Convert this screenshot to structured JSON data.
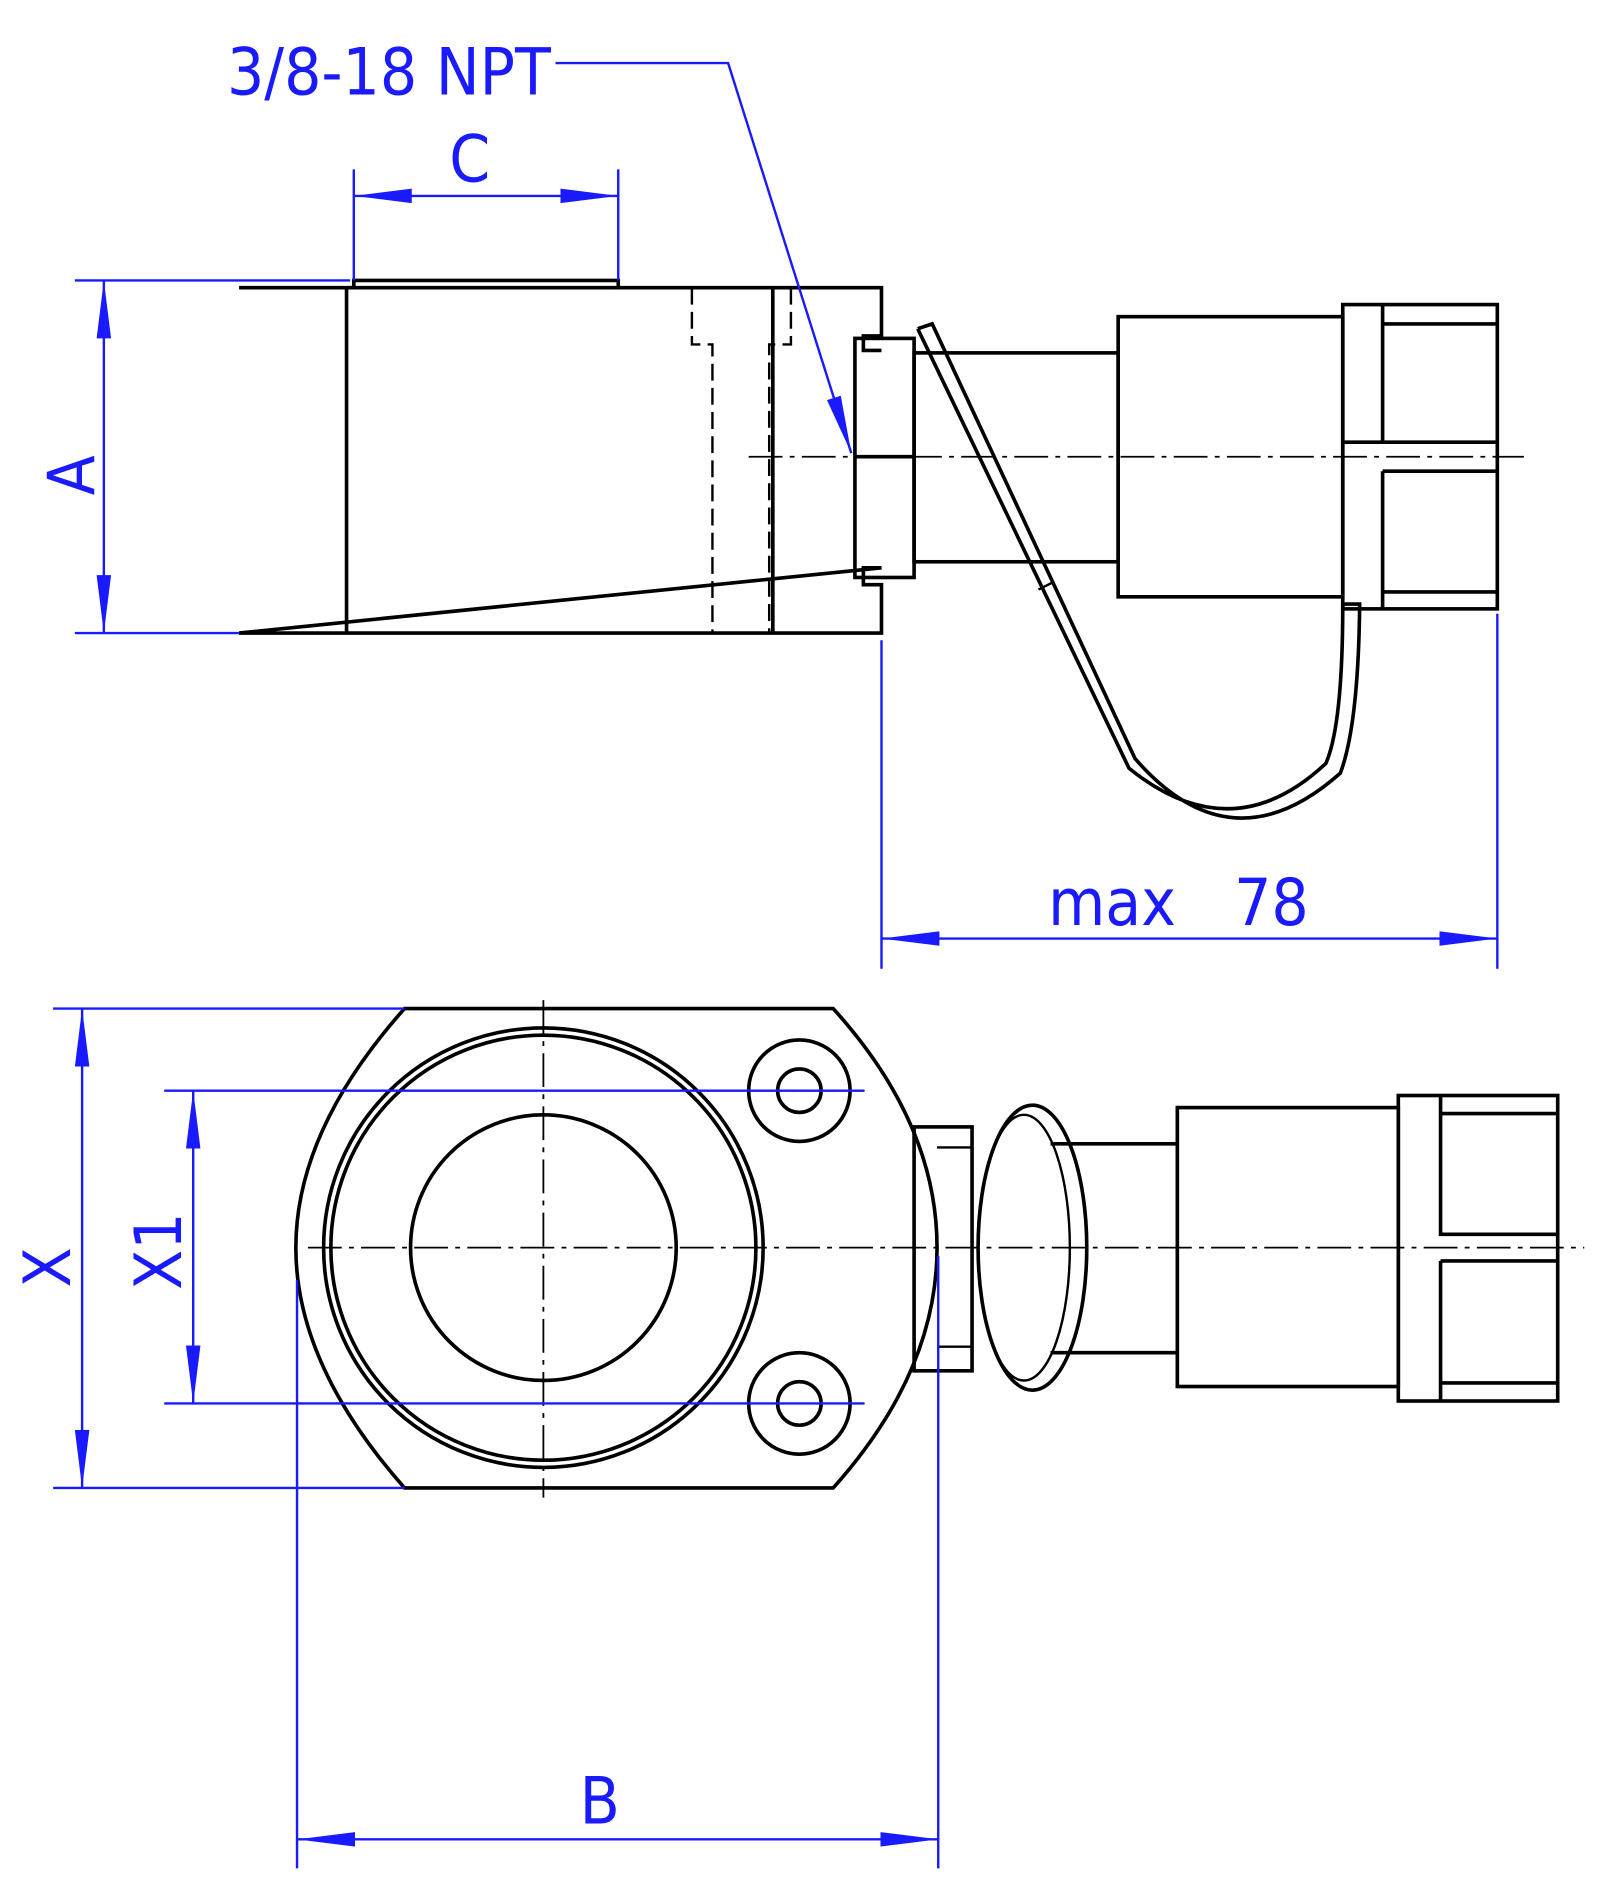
{
  "drawing": {
    "thread_callout": "3/8-18 NPT",
    "dimensions": {
      "c": "C",
      "a": "A",
      "max_label": "max",
      "max_value": "78",
      "x": "X",
      "x1": "X1",
      "b": "B"
    },
    "colors": {
      "dimension": "#1a1aff",
      "geometry": "#000000"
    }
  }
}
